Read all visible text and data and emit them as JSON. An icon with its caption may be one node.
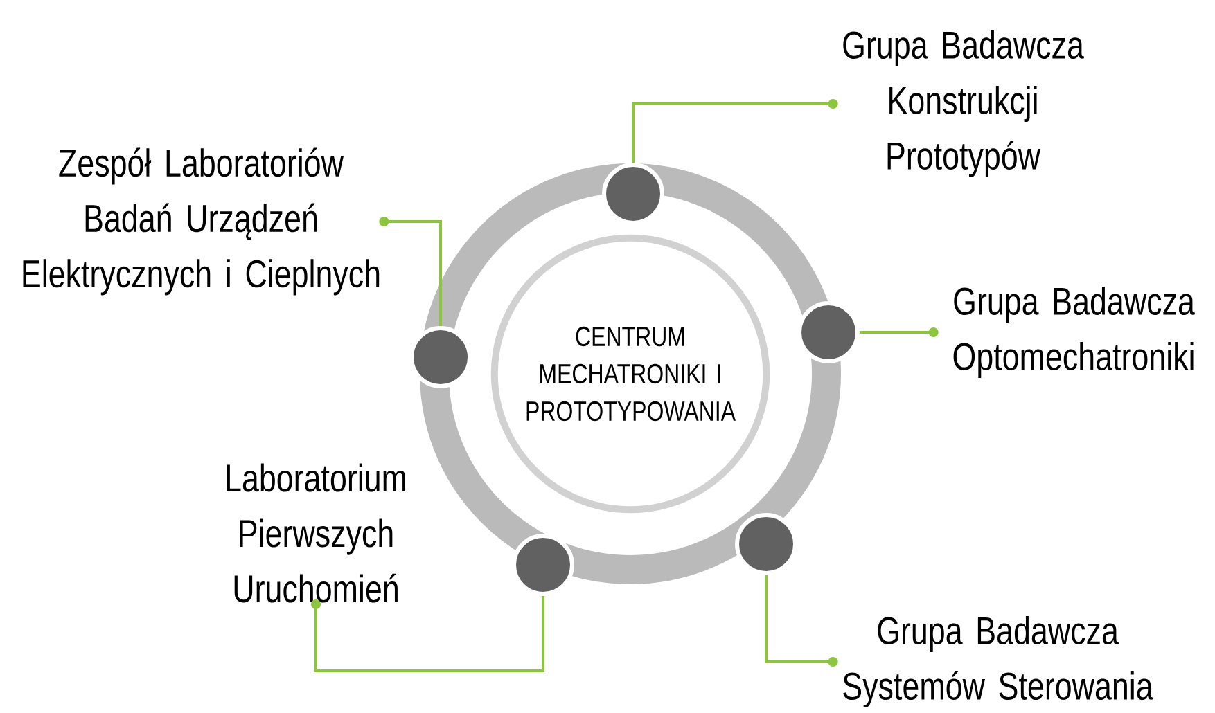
{
  "diagram": {
    "nodes": [
      {
        "text": [
          "CENTRUM MECHATRONIKI I PROTOTYPOWANIA"
        ]
      },
      {
        "text": [],
        "shape": "circle"
      },
      {
        "text": [],
        "shape": "circle"
      },
      {
        "text": [],
        "shape": "circle"
      },
      {
        "text": [],
        "shape": "circle"
      },
      {
        "text": [],
        "shape": "circle"
      },
      {
        "text": [
          "Grupa Badawcza Konstrukcji Prototypów"
        ]
      },
      {
        "text": [
          "Grupa Badawcza Optomechatroniki"
        ]
      },
      {
        "text": [
          "Grupa Badawcza Systemów Sterowania"
        ]
      },
      {
        "text": [
          "Laboratorium Pierwszych Uruchomień"
        ]
      },
      {
        "text": [
          "Zespół Laboratoriów Badań Urządzeń Elektrycznych i Cieplnych"
        ]
      }
    ],
    "edges": [
      {
        "from": 6,
        "to": 1,
        "arrow": "other",
        "color": "#8cc63f"
      },
      {
        "from": 7,
        "to": 2,
        "arrow": "other",
        "color": "#8cc63f"
      },
      {
        "from": 8,
        "to": 3,
        "arrow": "other",
        "color": "#8cc63f"
      },
      {
        "from": 9,
        "to": 4,
        "arrow": "other",
        "color": "#8cc63f"
      },
      {
        "from": 10,
        "to": 5,
        "arrow": "other",
        "color": "#8cc63f"
      }
    ]
  }
}
